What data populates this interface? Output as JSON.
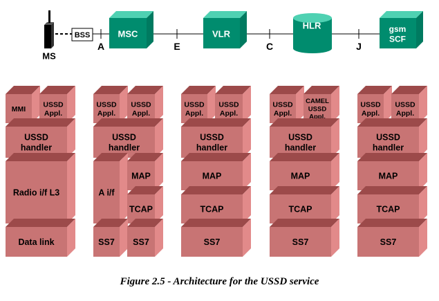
{
  "network": {
    "ms_label": "MS",
    "bss_label": "BSS",
    "msc_label": "MSC",
    "vlr_label": "VLR",
    "hlr_label": "HLR",
    "gsmscf_line1": "gsm",
    "gsmscf_line2": "SCF",
    "interfaces": [
      "A",
      "E",
      "C",
      "J"
    ]
  },
  "stacks": [
    {
      "top": [
        "MMI",
        "USSD\nAppl."
      ],
      "layers": [
        "USSD\nhandler",
        "Radio i/f L3",
        "Data link"
      ]
    },
    {
      "top": [
        "USSD\nAppl.",
        "USSD\nAppl."
      ],
      "layers": [
        "USSD\nhandler",
        "A i/f",
        "MAP",
        "TCAP",
        "SS7",
        "SS7"
      ]
    },
    {
      "top": [
        "USSD\nAppl.",
        "USSD\nAppl."
      ],
      "layers": [
        "USSD\nhandler",
        "MAP",
        "TCAP",
        "SS7"
      ]
    },
    {
      "top": [
        "USSD\nAppl.",
        "CAMEL\nUSSD\nAppl."
      ],
      "layers": [
        "USSD\nhandler",
        "MAP",
        "TCAP",
        "SS7"
      ]
    },
    {
      "top": [
        "USSD\nAppl.",
        "USSD\nAppl."
      ],
      "layers": [
        "USSD\nhandler",
        "MAP",
        "TCAP",
        "SS7"
      ]
    }
  ],
  "caption": "Figure 2.5 - Architecture for the USSD service",
  "colors": {
    "front": "#c87474",
    "top": "#9c4a4a",
    "side": "#e28a8a",
    "node_front": "#008c6e",
    "node_top": "#4fd1b2",
    "node_side": "#007a60"
  }
}
